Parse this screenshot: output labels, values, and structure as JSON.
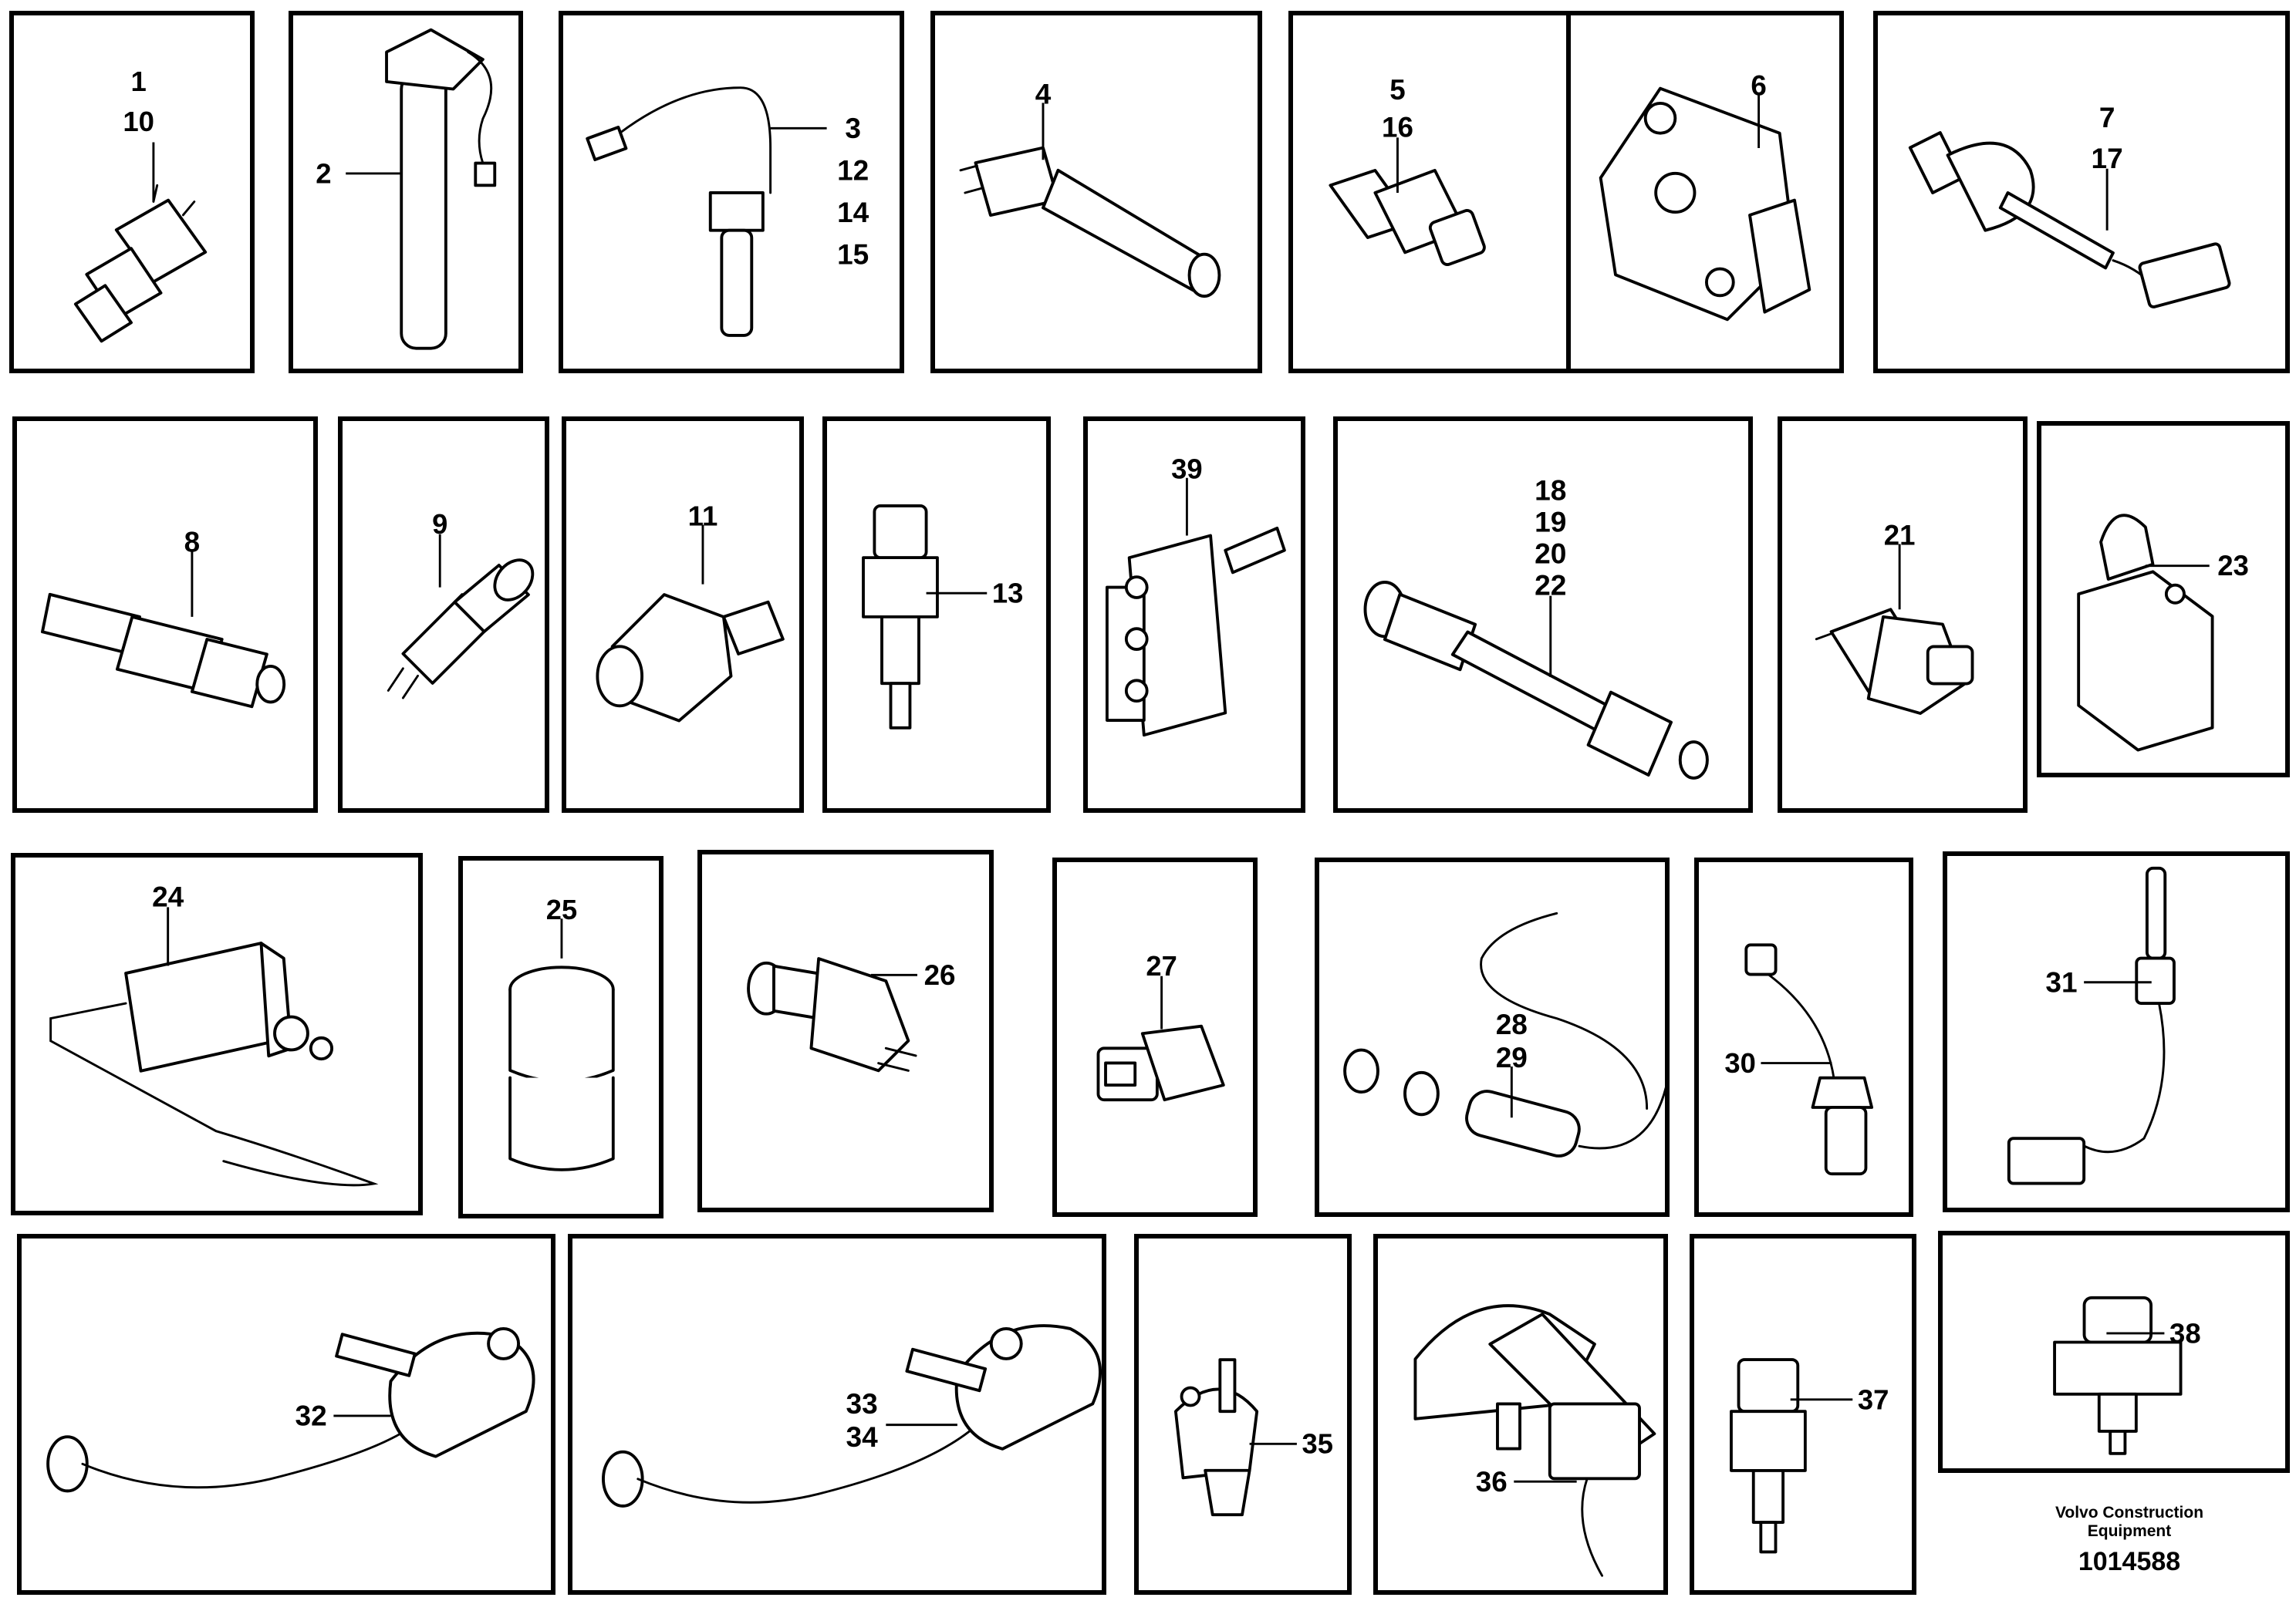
{
  "cells": [
    {
      "id": "c1",
      "labels": [
        "1",
        "10"
      ]
    },
    {
      "id": "c2",
      "labels": [
        "2"
      ]
    },
    {
      "id": "c3",
      "labels": [
        "3",
        "12",
        "14",
        "15"
      ]
    },
    {
      "id": "c4",
      "labels": [
        "4"
      ]
    },
    {
      "id": "c5",
      "labels": [
        "5",
        "16"
      ]
    },
    {
      "id": "c6",
      "labels": [
        "6"
      ]
    },
    {
      "id": "c7",
      "labels": [
        "7",
        "17"
      ]
    },
    {
      "id": "c8",
      "labels": [
        "8"
      ]
    },
    {
      "id": "c9",
      "labels": [
        "9"
      ]
    },
    {
      "id": "c11",
      "labels": [
        "11"
      ]
    },
    {
      "id": "c13",
      "labels": [
        "13"
      ]
    },
    {
      "id": "c39",
      "labels": [
        "39"
      ]
    },
    {
      "id": "c18",
      "labels": [
        "18",
        "19",
        "20",
        "22"
      ]
    },
    {
      "id": "c21",
      "labels": [
        "21"
      ]
    },
    {
      "id": "c23",
      "labels": [
        "23"
      ]
    },
    {
      "id": "c24",
      "labels": [
        "24"
      ]
    },
    {
      "id": "c25",
      "labels": [
        "25"
      ]
    },
    {
      "id": "c26",
      "labels": [
        "26"
      ]
    },
    {
      "id": "c27",
      "labels": [
        "27"
      ]
    },
    {
      "id": "c28",
      "labels": [
        "28",
        "29"
      ]
    },
    {
      "id": "c30",
      "labels": [
        "30"
      ]
    },
    {
      "id": "c31",
      "labels": [
        "31"
      ]
    },
    {
      "id": "c32",
      "labels": [
        "32"
      ]
    },
    {
      "id": "c33",
      "labels": [
        "33",
        "34"
      ]
    },
    {
      "id": "c35",
      "labels": [
        "35"
      ]
    },
    {
      "id": "c36",
      "labels": [
        "36"
      ]
    },
    {
      "id": "c37",
      "labels": [
        "37"
      ]
    },
    {
      "id": "c38",
      "labels": [
        "38"
      ]
    }
  ],
  "footer": {
    "brand_line1": "Volvo Construction",
    "brand_line2": "Equipment",
    "doc_number": "1014588"
  }
}
